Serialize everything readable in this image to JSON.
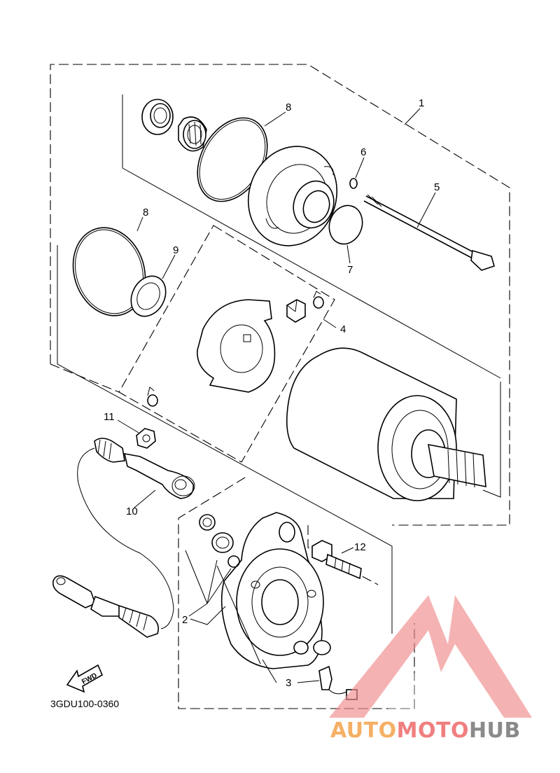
{
  "diagram": {
    "drawing_code": "3GDU100-0360",
    "fwd_label": "FWD",
    "callouts": [
      "1",
      "2",
      "3",
      "4",
      "5",
      "6",
      "7",
      "8",
      "8",
      "9",
      "10",
      "11",
      "12"
    ]
  },
  "watermark": {
    "part_a": "AUTO",
    "part_b": "MOTO",
    "part_c": "HUB",
    "color_a": "#f5b066",
    "color_b": "#f07f7f",
    "color_c": "#8a8a8a"
  }
}
